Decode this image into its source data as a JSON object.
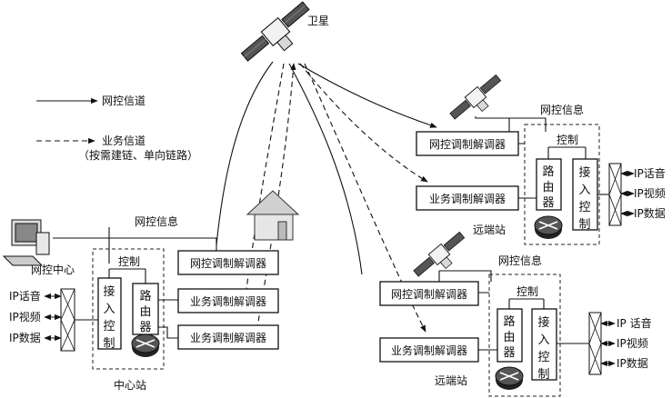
{
  "labels": {
    "satellite": "卫星",
    "legend_control": "网控信道",
    "legend_service": "业务信道",
    "legend_service_note": "（按需建链、单向链路）",
    "center_control_label": "网控信息",
    "remote1_control_label": "网控信息",
    "remote2_control_label": "网控信息",
    "center_terminal": "网控中心",
    "center_station": "中心站",
    "remote_station_1": "远端站",
    "remote_station_2": "远端站"
  },
  "center": {
    "control": "控制",
    "access": "接入控制",
    "router": "路由器",
    "ports": [
      "IP话音",
      "IP视频",
      "IP数据"
    ],
    "modems": [
      "网控调制解调器",
      "业务调制解调器",
      "业务调制解调器"
    ]
  },
  "remote1": {
    "modems": [
      "网控调制解调器",
      "业务调制解调器"
    ],
    "control": "控制",
    "router": "路由器",
    "access": "接入控制",
    "ports": [
      "IP话音",
      "IP视频",
      "IP数据"
    ]
  },
  "remote2": {
    "modems": [
      "网控调制解调器",
      "业务调制解调器"
    ],
    "control": "控制",
    "router": "路由器",
    "access": "接入控制",
    "ports": [
      "IP 话音",
      "IP视频",
      "IP数据"
    ]
  }
}
